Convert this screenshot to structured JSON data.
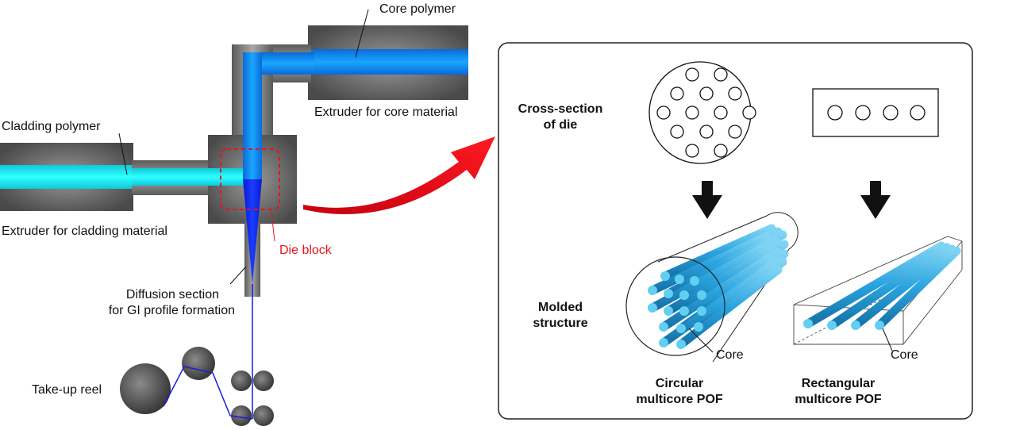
{
  "labels": {
    "core_polymer": "Core polymer",
    "extruder_core": "Extruder for core material",
    "cladding_polymer": "Cladding polymer",
    "extruder_cladding": "Extruder for cladding material",
    "die_block": "Die block",
    "diffusion_line1": "Diffusion section",
    "diffusion_line2": "for GI profile formation",
    "take_up_reel": "Take-up reel"
  },
  "panel": {
    "cross_section_line1": "Cross-section",
    "cross_section_line2": "of die",
    "molded_line1": "Molded",
    "molded_line2": "structure",
    "core_left": "Core",
    "core_right": "Core",
    "circular_line1": "Circular",
    "circular_line2": "multicore POF",
    "rect_line1": "Rectangular",
    "rect_line2": "multicore POF"
  },
  "colors": {
    "core_blue": "#1478ff",
    "cladding_cyan": "#19f0f0",
    "die_red": "#e8141c",
    "extruder_gray": "#5a5a5a",
    "fiber_blue": "#2aa3de"
  }
}
